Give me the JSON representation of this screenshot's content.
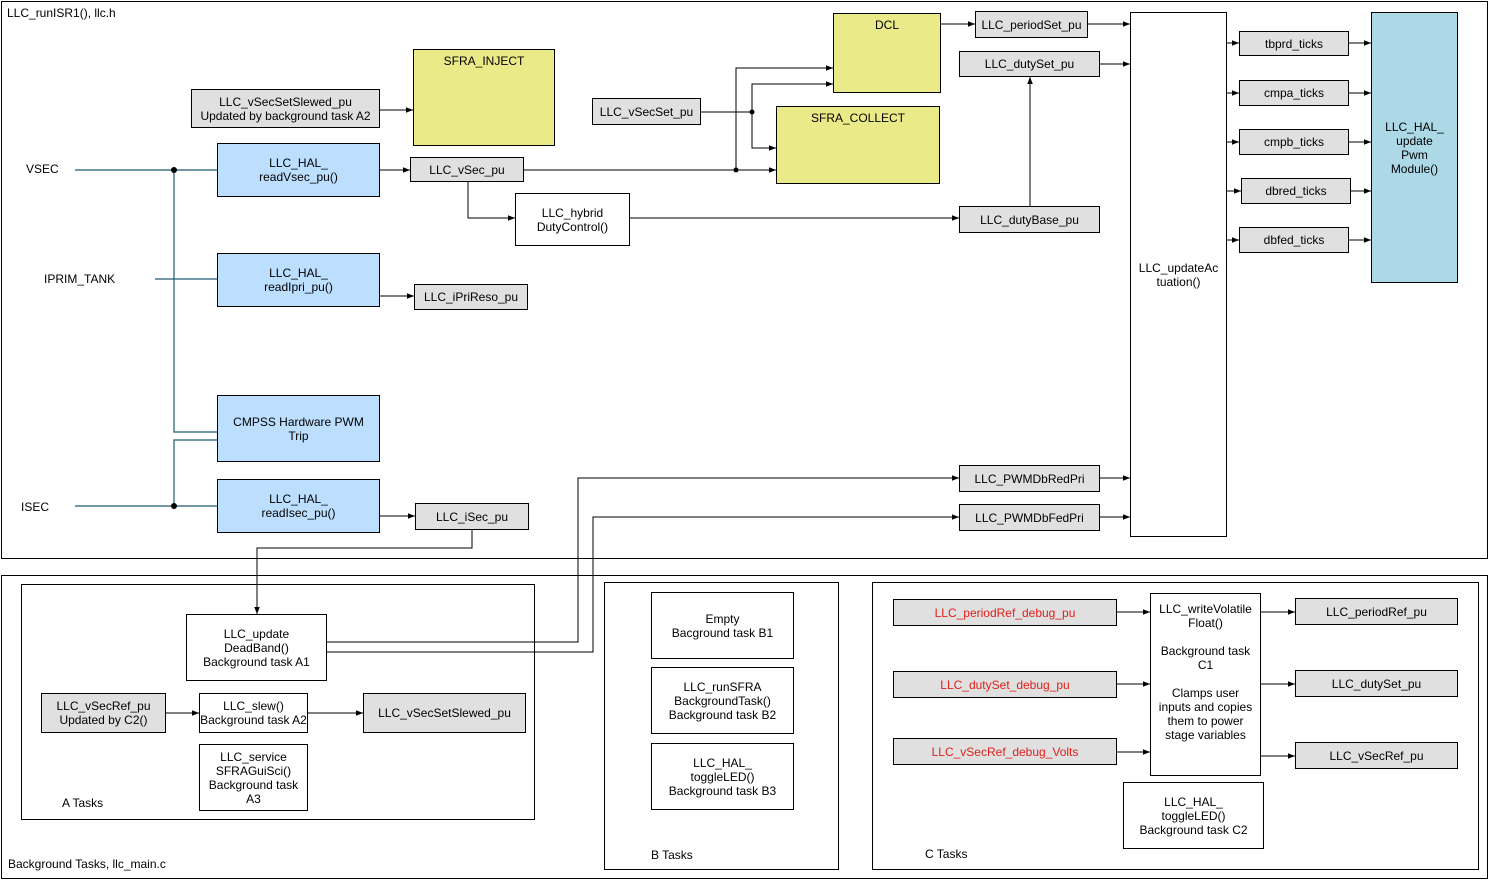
{
  "isr": {
    "title": "LLC_runISR1(), llc.h",
    "inputs": {
      "vsec": "VSEC",
      "iprim": "IPRIM_TANK",
      "isec": "ISEC"
    },
    "read_vsec": "LLC_HAL_\nreadVsec_pu()",
    "read_ipri": "LLC_HAL_\nreadIpri_pu()",
    "cmpss": "CMPSS Hardware PWM\nTrip",
    "read_isec": "LLC_HAL_\nreadIsec_pu()",
    "vsec_set_slewed": "LLC_vSecSetSlewed_pu\nUpdated by background task A2",
    "sfra_inject": "SFRA_INJECT",
    "vsec_set": "LLC_vSecSet_pu",
    "dcl": "DCL",
    "sfra_collect": "SFRA_COLLECT",
    "vsec_pu": "LLC_vSec_pu",
    "hybrid": "LLC_hybrid\nDutyControl()",
    "duty_base": "LLC_dutyBase_pu",
    "period_set": "LLC_periodSet_pu",
    "duty_set": "LLC_dutySet_pu",
    "ipri_reso": "LLC_iPriReso_pu",
    "isec_pu": "LLC_iSec_pu",
    "db_red": "LLC_PWMDbRedPri",
    "db_fed": "LLC_PWMDbFedPri",
    "update_actuation": "LLC_updateAc\ntuation()",
    "ticks": [
      "tbprd_ticks",
      "cmpa_ticks",
      "cmpb_ticks",
      "dbred_ticks",
      "dbfed_ticks"
    ],
    "hal_update_pwm": "LLC_HAL_\nupdate\nPwm\nModule()"
  },
  "background": {
    "title": "Background Tasks, llc_main.c",
    "a_tasks": {
      "label": "A Tasks",
      "update_deadband": "LLC_update\nDeadBand()\nBackground task A1",
      "vsec_ref": "LLC_vSecRef_pu\nUpdated by C2()",
      "slew": "LLC_slew()\nBackground task A2",
      "vsec_set_slewed": "LLC_vSecSetSlewed_pu",
      "service_sfra": "LLC_service\nSFRAGuiSci()\nBackground task\nA3"
    },
    "b_tasks": {
      "label": "B Tasks",
      "b1": "Empty\nBacground task B1",
      "b2": "LLC_runSFRA\nBackgroundTask()\nBackground task B2",
      "b3": "LLC_HAL_\ntoggleLED()\nBackground task B3"
    },
    "c_tasks": {
      "label": "C Tasks",
      "period_ref_debug": "LLC_periodRef_debug_pu",
      "duty_set_debug": "LLC_dutySet_debug_pu",
      "vsec_ref_debug": "LLC_vSecRef_debug_Volts",
      "write_volatile": "LLC_writeVolatile\nFloat()\n\nBackground task\nC1\n\nClamps user\ninputs and copies\nthem to power\nstage variables",
      "period_ref": "LLC_periodRef_pu",
      "duty_set": "LLC_dutySet_pu",
      "vsec_ref": "LLC_vSecRef_pu",
      "toggle_led": "LLC_HAL_\ntoggleLED()\nBackground task C2"
    }
  },
  "colors": {
    "gray_box": "#e0e0e0",
    "blue_box": "#bddfff",
    "yellow_box": "#eaea88",
    "pwm_box": "#add8e6",
    "input_line": "#1f5a73",
    "debug_text": "#e0201b"
  }
}
